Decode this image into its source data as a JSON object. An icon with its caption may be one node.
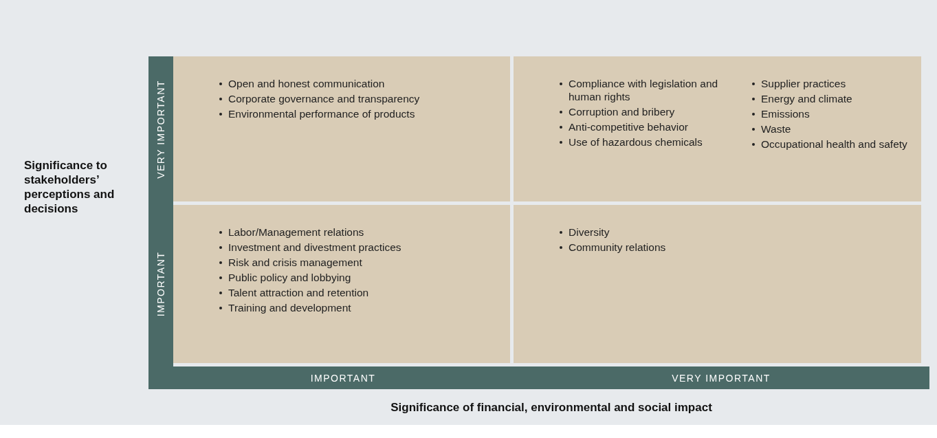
{
  "diagram": {
    "nodes": [
      {
        "text": [
          "VERY IMPORTANT"
        ]
      },
      {
        "text": [
          "IMPORTANT"
        ]
      },
      {
        "text": [
          "IMPORTANT"
        ]
      },
      {
        "text": [
          "VERY IMPORTANT"
        ]
      },
      {
        "text": [
          "Open and honest communication",
          "Corporate governance and transparency",
          "Environmental performance of products"
        ]
      },
      {
        "text": [
          "Compliance with legislation and human rights",
          "Corruption and bribery",
          "Anti-competitive behavior",
          "Use of hazardous chemicals",
          "Supplier practices",
          "Energy and climate",
          "Emissions",
          "Waste",
          "Occupational health and safety"
        ]
      },
      {
        "text": [
          "Labor/Management relations",
          "Investment and divestment practices",
          "Risk and crisis management",
          "Public policy and lobbying",
          "Talent attraction and retention",
          "Training and development"
        ]
      },
      {
        "text": [
          "Diversity",
          "Community relations"
        ]
      }
    ],
    "edges": [],
    "labels": [
      "Significance to stakeholders’ perceptions and decisions",
      "Significance of financial, environmental and social impact"
    ]
  }
}
